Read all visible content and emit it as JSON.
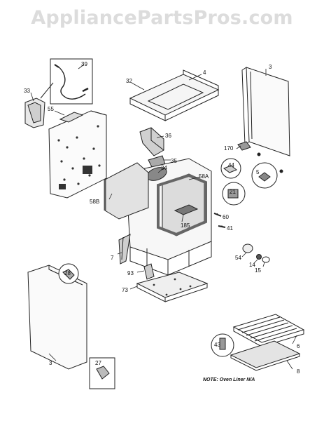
{
  "watermark": "AppliancePartsPros.com",
  "note": "NOTE: Oven Liner N/A",
  "callouts": [
    "39",
    "33",
    "55",
    "32",
    "4",
    "3",
    "36",
    "35",
    "34",
    "58A",
    "58B",
    "170",
    "44",
    "5",
    "21",
    "60",
    "185",
    "41",
    "7",
    "54",
    "14",
    "15",
    "93",
    "73",
    "28",
    "3",
    "27",
    "43",
    "6",
    "8"
  ],
  "colors": {
    "line": "#222222",
    "shade": "#bdbdbd",
    "dark": "#555555",
    "watermark": "#dcdcdc"
  }
}
